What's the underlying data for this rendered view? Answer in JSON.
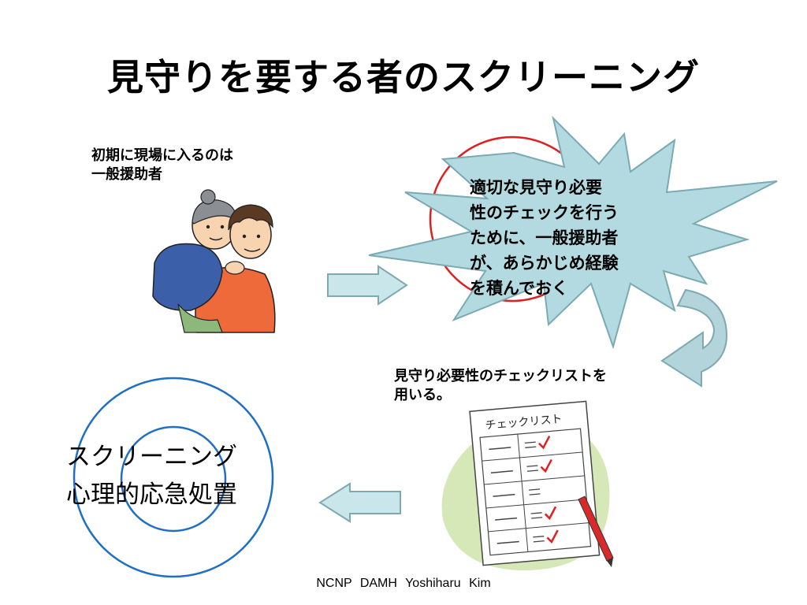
{
  "slide": {
    "title": "見守りを要する者のスクリーニング",
    "caption_top": "初期に現場に入るのは\n一般援助者",
    "burst_text": "適切な見守り必要\n性のチェックを行う\nために、一般援助者\nが、あらかじめ経験\nを積んでおく",
    "caption_checklist": "見守り必要性のチェックリストを\n用いる。",
    "checklist_heading": "チェックリスト",
    "bottom_label": "スクリーニング\n心理的応急処置",
    "footer": "NCNP DAMH Yoshiharu Kim"
  },
  "colors": {
    "burst_fill": "#b3dae0",
    "arrow_fill": "#c9e6ea",
    "arrow_stroke": "#7fa9b0",
    "target_circle": "#1f6fc5",
    "red_circle": "#e02020",
    "checkmark": "#e02020",
    "blob": "#d7e8b8"
  },
  "icons": [
    "caregiver-illustration",
    "checklist-illustration",
    "pencil-icon",
    "right-arrow-icon",
    "left-arrow-icon",
    "curved-arrow-icon"
  ]
}
